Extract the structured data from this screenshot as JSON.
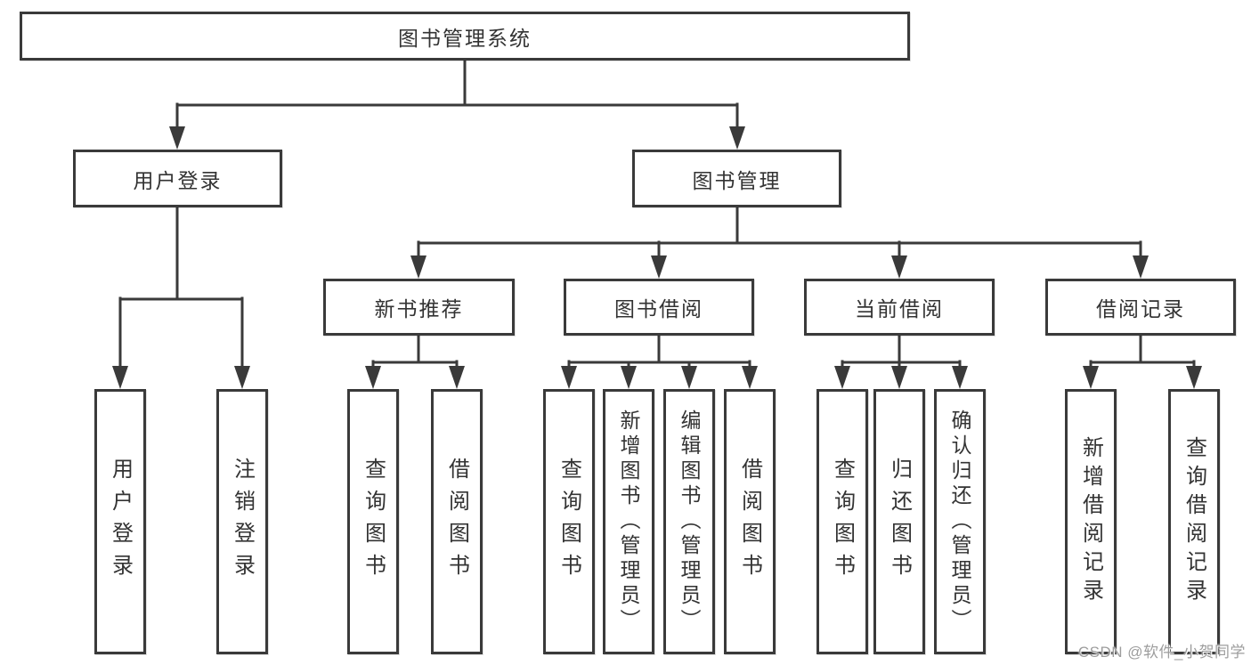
{
  "nodes": {
    "root": {
      "label": "图书管理系统"
    },
    "level2": [
      {
        "label": "用户登录"
      },
      {
        "label": "图书管理"
      }
    ],
    "level3": [
      {
        "label": "新书推荐"
      },
      {
        "label": "图书借阅"
      },
      {
        "label": "当前借阅"
      },
      {
        "label": "借阅记录"
      }
    ],
    "leaves": [
      {
        "label": "用户登录"
      },
      {
        "label": "注销登录"
      },
      {
        "label": "查询图书"
      },
      {
        "label": "借阅图书"
      },
      {
        "label": "查询图书"
      },
      {
        "label": "新增图书（管理员）"
      },
      {
        "label": "编辑图书（管理员）"
      },
      {
        "label": "借阅图书"
      },
      {
        "label": "查询图书"
      },
      {
        "label": "归还图书"
      },
      {
        "label": "确认归还（管理员）"
      },
      {
        "label": "新增借阅记录"
      },
      {
        "label": "查询借阅记录"
      }
    ]
  },
  "watermark": {
    "text": "CSDN @软件_小贺同学"
  },
  "colors": {
    "line": "#3a3a3a",
    "box_border": "#3a3a3a",
    "box_background": "#ffffff",
    "text": "#333333",
    "watermark": "#9d9d9d",
    "page_background": "#ffffff"
  }
}
